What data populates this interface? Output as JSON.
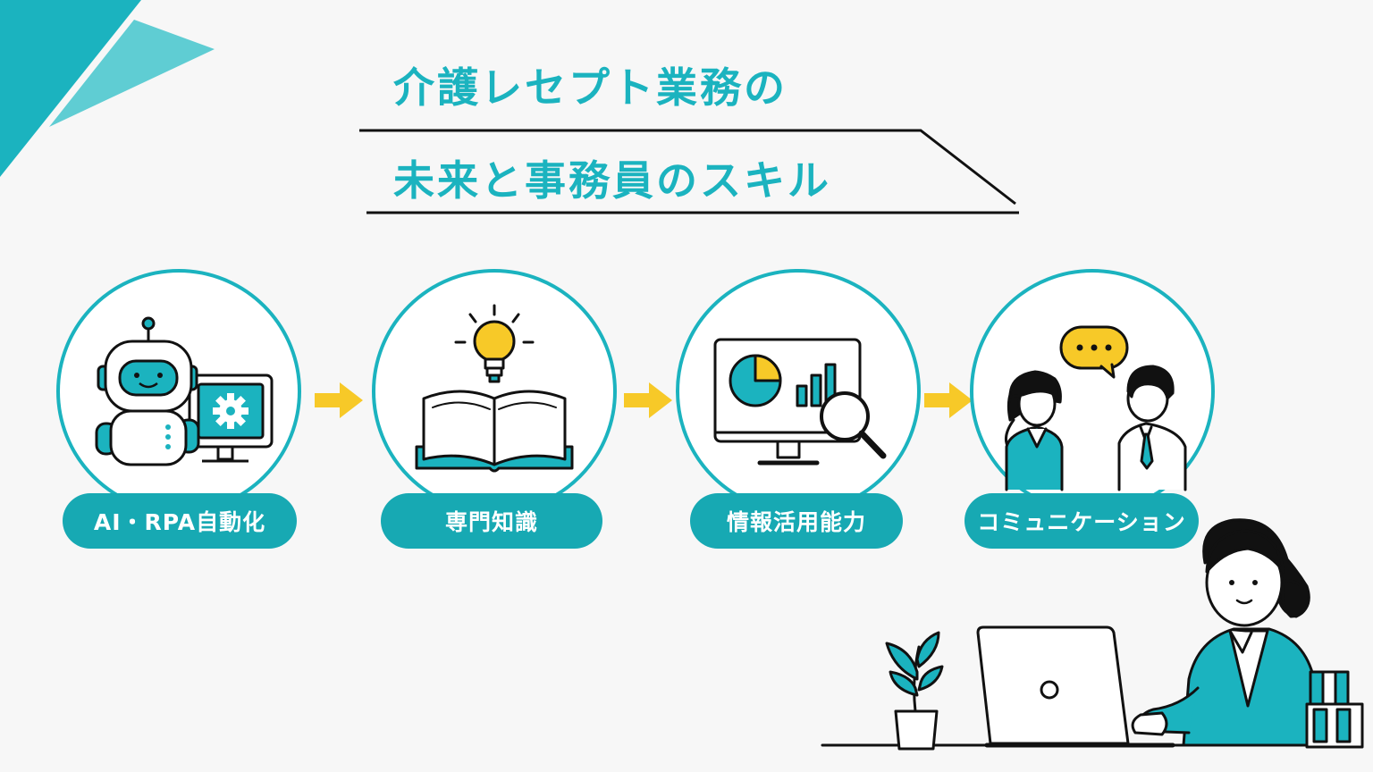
{
  "title": {
    "line1": "介護レセプト業務の",
    "line2": "未来と事務員のスキル"
  },
  "steps": [
    {
      "label": "AI・RPA自動化",
      "icon": "robot-computer-icon"
    },
    {
      "label": "専門知識",
      "icon": "book-lightbulb-icon"
    },
    {
      "label": "情報活用能力",
      "icon": "monitor-analytics-icon"
    },
    {
      "label": "コミュニケーション",
      "icon": "conversation-people-icon"
    }
  ],
  "colors": {
    "accent": "#1bb3bf",
    "accent_dark": "#17a9b3",
    "arrow": "#f7c928",
    "ink": "#111111",
    "background": "#f7f7f7"
  }
}
